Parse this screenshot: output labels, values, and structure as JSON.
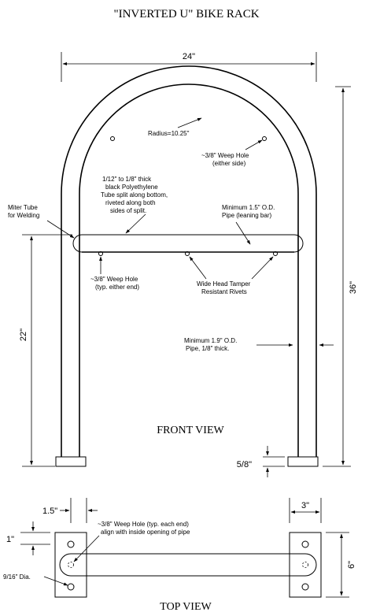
{
  "title": "\"INVERTED U\" BIKE RACK",
  "views": {
    "front": "FRONT VIEW",
    "top": "TOP VIEW"
  },
  "dimensions": {
    "width": "24\"",
    "height": "36\"",
    "bar_height": "22\"",
    "base_plate": "5/8\"",
    "flange": "1.5\"",
    "plate_width": "3\"",
    "hole_spacing": "1\"",
    "plate_depth": "6\""
  },
  "notes": {
    "radius": "Radius=10.25\"",
    "weep_top": [
      "~3/8\" Weep Hole",
      "(either side)"
    ],
    "sleeve": [
      "1/12\" to 1/8\" thick",
      "black Polyethylene",
      "Tube split along bottom,",
      "riveted along both",
      "sides of split."
    ],
    "miter": [
      "Miter Tube",
      "for Welding"
    ],
    "leaning_bar": [
      "Minimum 1.5\" O.D.",
      "Pipe (leaning bar)"
    ],
    "weep_bottom": [
      "~3/8\" Weep Hole",
      "(typ. either end)"
    ],
    "rivets": [
      "Wide Head Tamper",
      "Resistant Rivets"
    ],
    "pipe": [
      "Minimum 1.9\" O.D.",
      "Pipe, 1/8\" thick."
    ],
    "weep_plan": [
      "~3/8\" Weep Hole (typ. each end)",
      "align with inside opening of pipe"
    ],
    "hole_dia": "9/16\" Dia."
  }
}
